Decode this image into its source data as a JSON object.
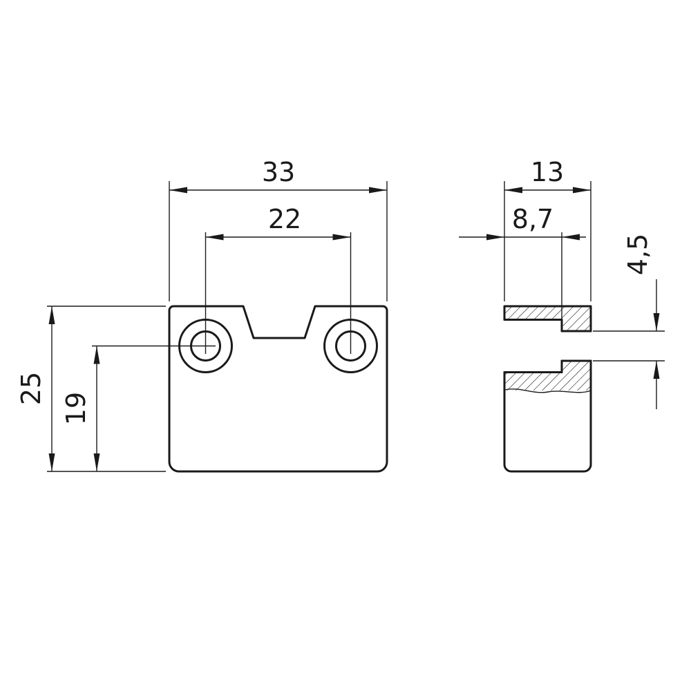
{
  "drawing": {
    "type": "mechanical-part-dimension-drawing",
    "colors": {
      "ink": "#1a1a1a",
      "background": "#ffffff"
    },
    "views": {
      "front_view": "plate with two counterbored holes and top notch",
      "side_view": "section through thickness showing counterbore and through hole"
    },
    "dims": {
      "overall_width": "33",
      "hole_spacing": "22",
      "overall_height": "25",
      "hole_center_height": "19",
      "thickness": "13",
      "counterbore_depth": "8,7",
      "hole_diameter": "4,5"
    }
  }
}
